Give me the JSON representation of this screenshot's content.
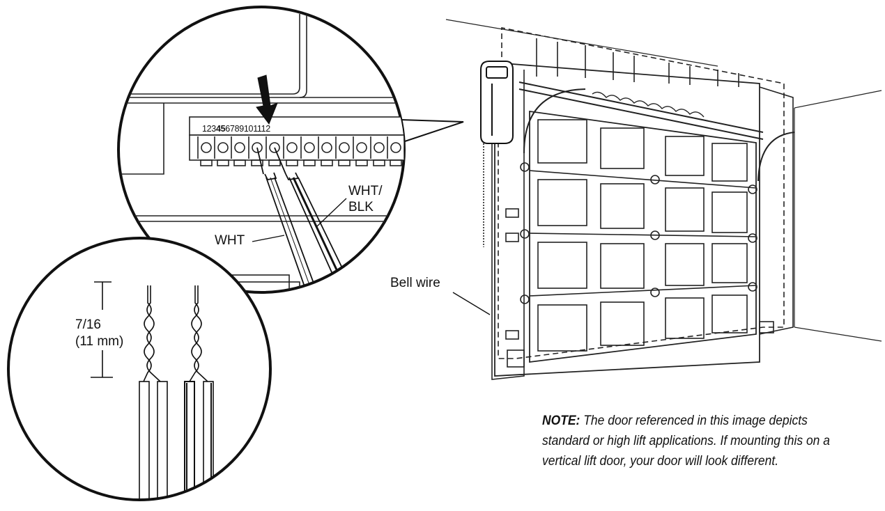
{
  "terminal_numbers": "123456789101112",
  "labels": {
    "wht_blk_line1": "WHT/",
    "wht_blk_line2": "BLK",
    "wht": "WHT",
    "bell_wire": "Bell wire",
    "strip_length_line1": "7/16",
    "strip_length_line2": "(11 mm)"
  },
  "note": {
    "prefix": "NOTE:",
    "text": "The door referenced in this image depicts standard or high lift applications. If mounting this on a vertical lift door, your door will look different."
  },
  "icons": [
    "terminal-arrow-icon"
  ]
}
